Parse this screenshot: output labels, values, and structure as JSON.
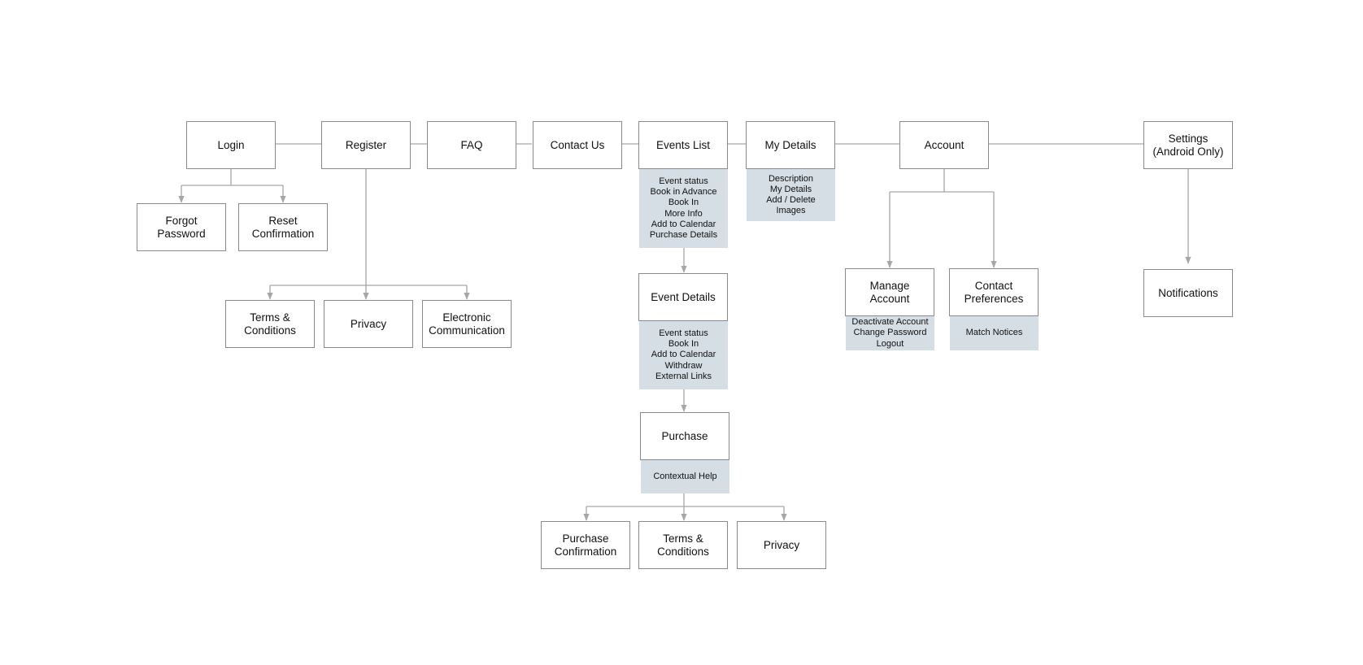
{
  "colors": {
    "background": "#ffffff",
    "box_border": "#8a8a8a",
    "detail_fill": "#d5dee5",
    "connector": "#a6a6a6"
  },
  "nodes": {
    "login": "Login",
    "register": "Register",
    "faq": "FAQ",
    "contact_us": "Contact Us",
    "events_list": "Events List",
    "my_details": "My Details",
    "account": "Account",
    "settings": "Settings\n(Android Only)",
    "forgot_password": "Forgot\nPassword",
    "reset_confirmation": "Reset\nConfirmation",
    "terms_conditions_register": "Terms &\nConditions",
    "privacy_register": "Privacy",
    "electronic_communication": "Electronic\nCommunication",
    "event_details": "Event Details",
    "purchase": "Purchase",
    "purchase_confirmation": "Purchase\nConfirmation",
    "terms_conditions_purchase": "Terms &\nConditions",
    "privacy_purchase": "Privacy",
    "manage_account": "Manage\nAccount",
    "contact_preferences": "Contact\nPreferences",
    "notifications": "Notifications"
  },
  "details": {
    "events_list": "Event status\nBook in Advance\nBook In\nMore Info\nAdd to Calendar\nPurchase Details",
    "my_details": "Description\nMy Details\nAdd / Delete\nImages",
    "event_details": "Event status\nBook In\nAdd to Calendar\nWithdraw\nExternal Links",
    "purchase": "Contextual Help",
    "manage_account": "Deactivate Account\nChange Password\nLogout",
    "contact_preferences": "Match Notices"
  }
}
